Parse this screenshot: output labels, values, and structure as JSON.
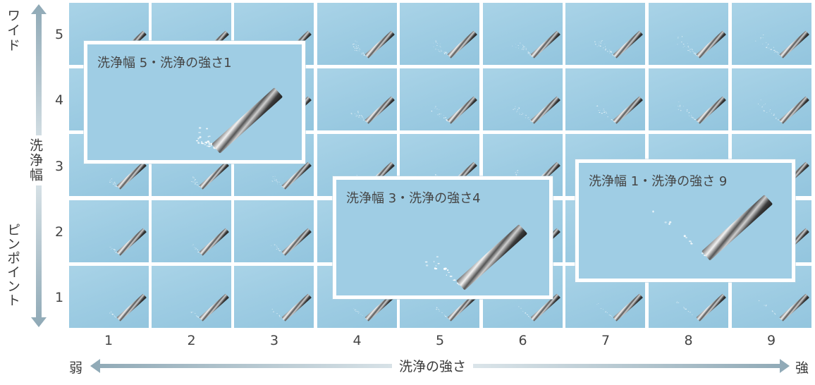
{
  "y_axis": {
    "top_label": "ワイド",
    "bottom_label": "ピンポイント",
    "title": "洗浄幅",
    "ticks": [
      "5",
      "4",
      "3",
      "2",
      "1"
    ]
  },
  "x_axis": {
    "left_label": "弱",
    "right_label": "強",
    "title": "洗浄の強さ",
    "ticks": [
      "1",
      "2",
      "3",
      "4",
      "5",
      "6",
      "7",
      "8",
      "9"
    ]
  },
  "callouts": [
    {
      "text": "洗浄幅 5・洗浄の強さ1",
      "width": 5,
      "strength": 1
    },
    {
      "text": "洗浄幅 3・洗浄の強さ4",
      "width": 3,
      "strength": 4
    },
    {
      "text": "洗浄幅 1・洗浄の強さ 9",
      "width": 1,
      "strength": 9
    }
  ],
  "colors": {
    "water_bg": "#9ccbe2",
    "arrow": "#8aa6b4",
    "callout_border": "#ffffff"
  }
}
